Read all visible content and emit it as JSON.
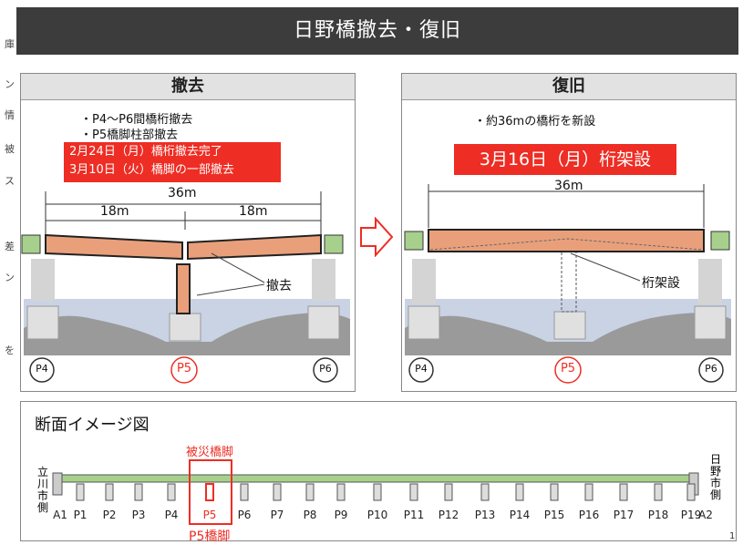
{
  "title": "日野橋撤去・復旧",
  "side_text": [
    "庫",
    "ン",
    "情",
    "被",
    "ス",
    "",
    "差",
    "ン",
    "",
    "を"
  ],
  "left_panel": {
    "header": "撤去",
    "bullets": [
      "・P4～P6間橋桁撤去",
      "・P5橋脚柱部撤去"
    ],
    "red_lines": [
      "2月24日（月）橋桁撤去完了",
      "3月10日（火）橋脚の一部撤去"
    ],
    "dim_total": "36m",
    "dim_left": "18m",
    "dim_right": "18m",
    "callout": "撤去",
    "piers": [
      "P4",
      "P5",
      "P6"
    ]
  },
  "right_panel": {
    "header": "復旧",
    "bullets": [
      "・約36mの橋桁を新設"
    ],
    "red_line": "3月16日（月）桁架設",
    "dim_total": "36m",
    "callout": "桁架設",
    "piers": [
      "P4",
      "P5",
      "P6"
    ]
  },
  "bottom_panel": {
    "title": "断面イメージ図",
    "damaged_label": "被災橋脚",
    "pier_caption": "P5橋脚",
    "left_side": [
      "立",
      "川",
      "市",
      "側"
    ],
    "right_side": [
      "日",
      "野",
      "市",
      "側"
    ],
    "pier_labels": [
      "A1",
      "P1",
      "P2",
      "P3",
      "P4",
      "P5",
      "P6",
      "P7",
      "P8",
      "P9",
      "P10",
      "P11",
      "P12",
      "P13",
      "P14",
      "P15",
      "P16",
      "P17",
      "P18",
      "P19",
      "A2"
    ],
    "damaged_index": 5
  },
  "page_number": "1",
  "colors": {
    "girder": "#e9a07a",
    "red": "#ee2d24",
    "abutment": "#a8d08d",
    "header_bg": "#3c3c3c",
    "river": "#c9d3e4"
  }
}
